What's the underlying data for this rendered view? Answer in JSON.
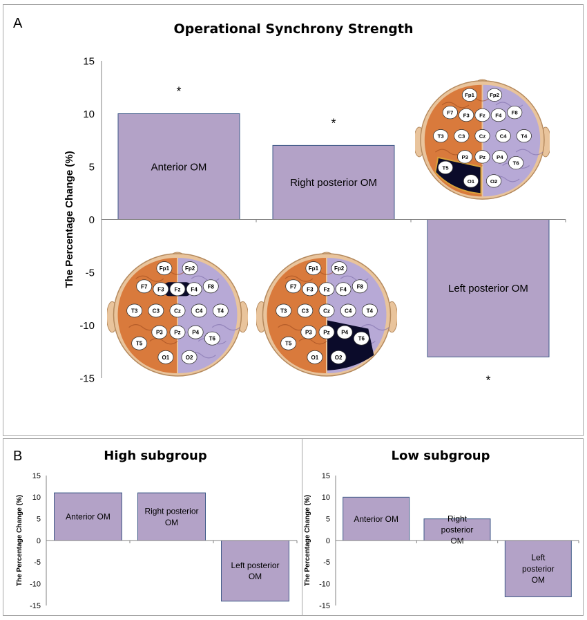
{
  "panels": {
    "a_letter": "A",
    "b_letter": "B"
  },
  "colors": {
    "bar_fill": "#b3a2c7",
    "bar_stroke": "#3f5a88",
    "axis": "#808080",
    "brain_left": "#d97a3c",
    "brain_right": "#b7a9d6",
    "electrode_fill": "#ffffff",
    "highlight": "#0b0b2a"
  },
  "icons": [
    "brain-electrode-map-icon"
  ],
  "electrodes": [
    "Fp1",
    "Fp2",
    "F7",
    "F3",
    "Fz",
    "F4",
    "F8",
    "T3",
    "C3",
    "Cz",
    "C4",
    "T4",
    "T5",
    "P3",
    "Pz",
    "P4",
    "T6",
    "O1",
    "O2"
  ],
  "chart_data": [
    {
      "id": "main",
      "type": "bar",
      "title": "Operational Synchrony Strength",
      "xlabel": "",
      "ylabel": "The Percentage Change (%)",
      "ylim": [
        -15,
        15
      ],
      "yticks": [
        15,
        10,
        5,
        0,
        -5,
        -10,
        -15
      ],
      "categories": [
        "Anterior OM",
        "Right posterior OM",
        "Left posterior OM"
      ],
      "values": [
        10,
        7,
        -13
      ],
      "annotations": [
        "*",
        "*",
        "*"
      ],
      "brain_maps": [
        {
          "highlight": "Fz"
        },
        {
          "highlight": "P4-T6-O2"
        },
        {
          "highlight": "T5-O1"
        }
      ]
    },
    {
      "id": "high",
      "type": "bar",
      "title": "High subgroup",
      "xlabel": "",
      "ylabel": "The Percentage Change (%)",
      "ylim": [
        -15,
        15
      ],
      "yticks": [
        15,
        10,
        5,
        0,
        -5,
        -10,
        -15
      ],
      "categories": [
        "Anterior OM",
        "Right posterior OM",
        "Left posterior OM"
      ],
      "values": [
        11,
        11,
        -14
      ]
    },
    {
      "id": "low",
      "type": "bar",
      "title": "Low subgroup",
      "xlabel": "",
      "ylabel": "The Percentage Change (%)",
      "ylim": [
        -15,
        15
      ],
      "yticks": [
        15,
        10,
        5,
        0,
        -5,
        -10,
        -15
      ],
      "categories": [
        "Anterior OM",
        "Right posterior OM",
        "Left posterior OM"
      ],
      "values": [
        10,
        5,
        -13
      ]
    }
  ]
}
